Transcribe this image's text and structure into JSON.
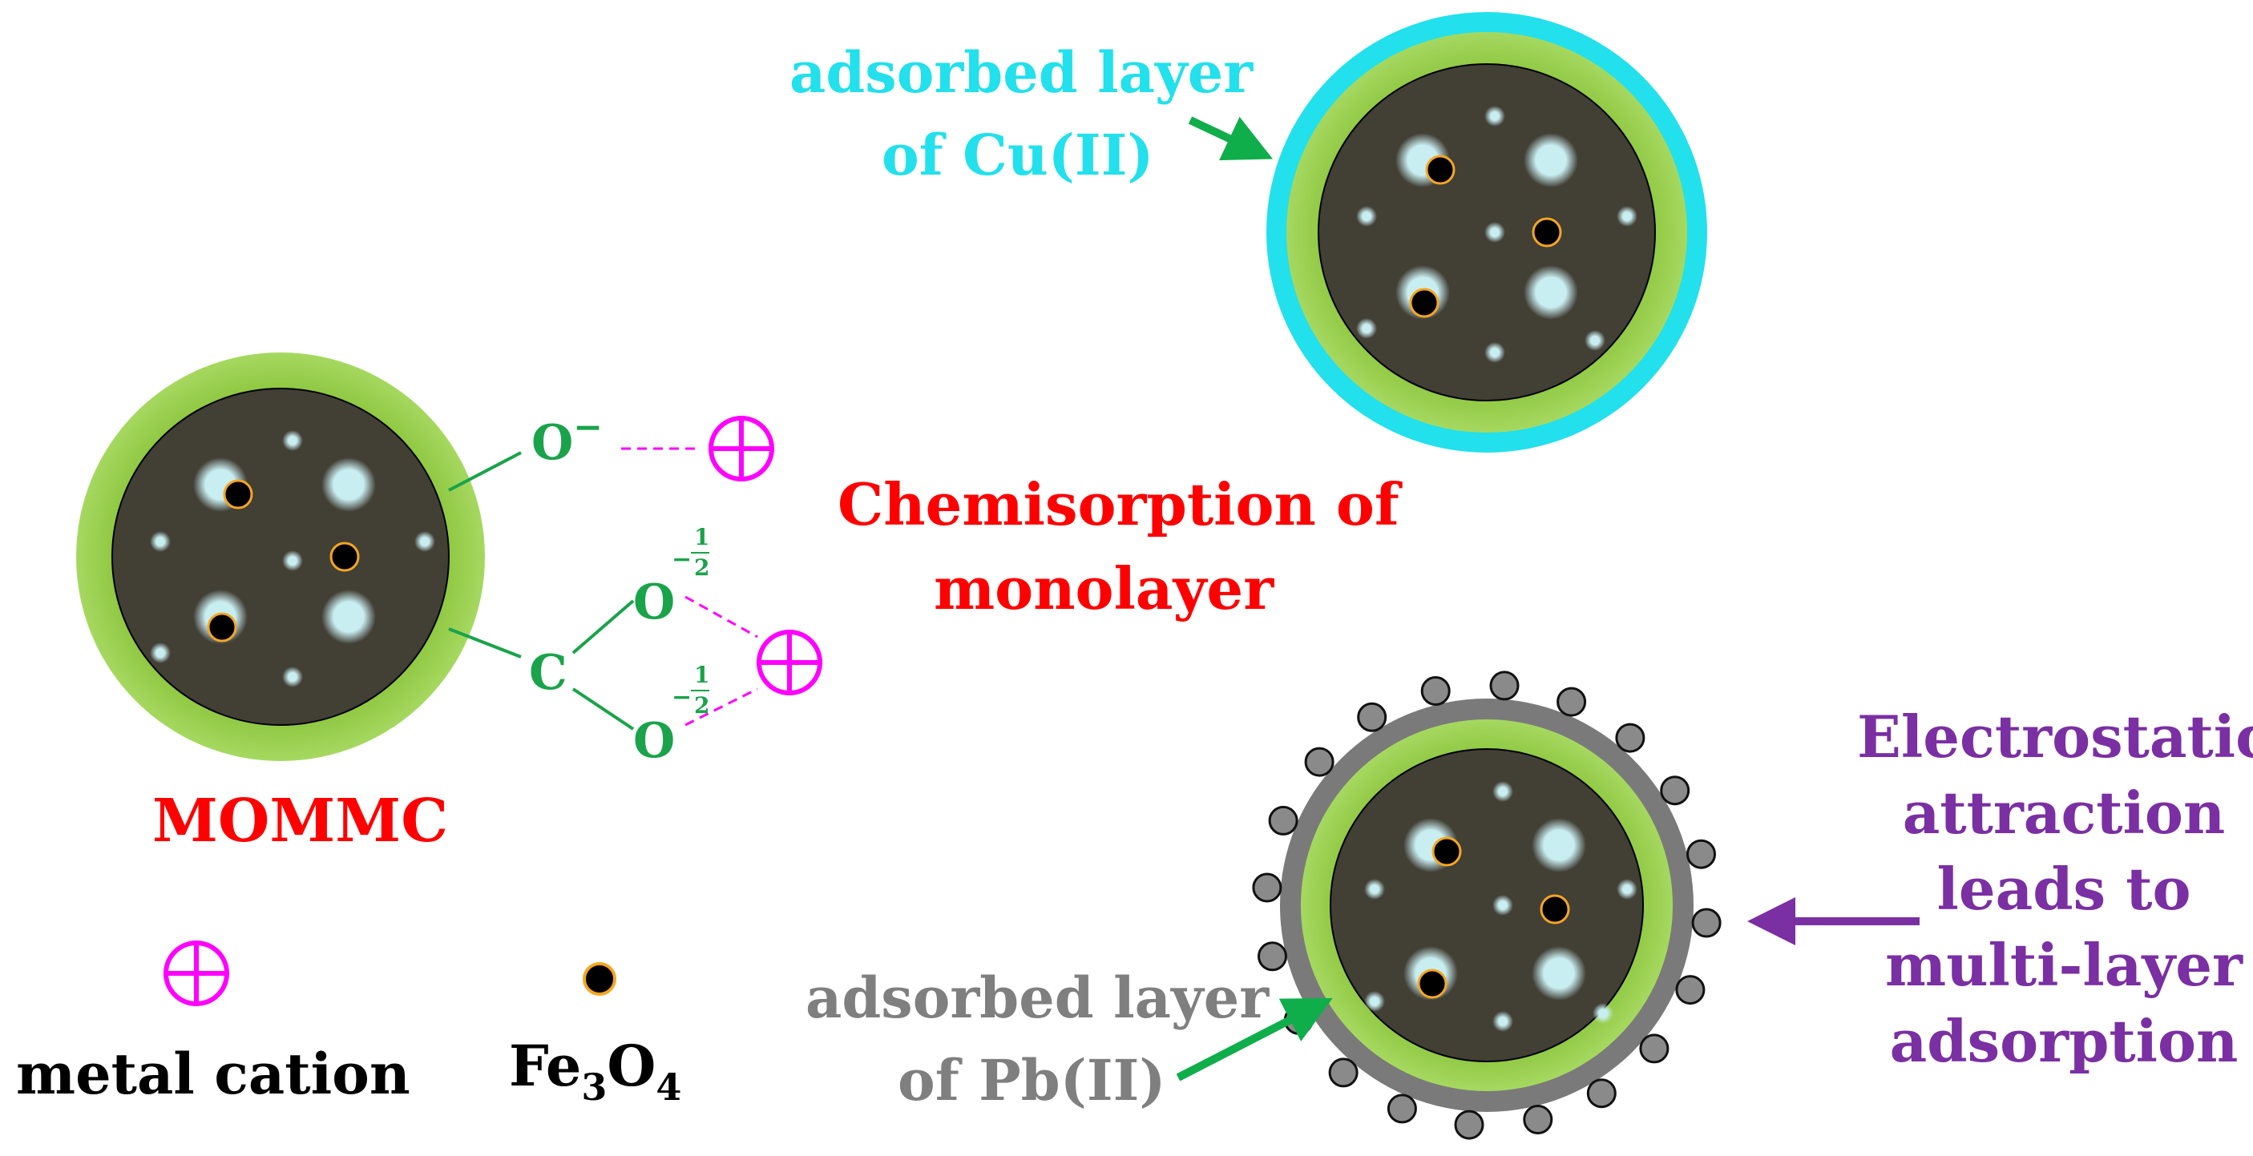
{
  "labels": {
    "cu_layer_line1": "adsorbed layer",
    "cu_layer_line2": "of Cu(II)",
    "chemisorption_line1": "Chemisorption of",
    "chemisorption_line2": "monolayer",
    "mommc": "MOMMC",
    "electrostatic_line1": "Electrostatic",
    "electrostatic_line2": "attraction",
    "electrostatic_line3": "leads to",
    "electrostatic_line4": "multi-layer",
    "electrostatic_line5": "adsorption",
    "pb_layer_line1": "adsorbed layer",
    "pb_layer_line2": "of Pb(II)",
    "legend_metal_cation": "metal cation",
    "legend_fe_main": "Fe",
    "legend_fe_sub1": "3",
    "legend_fe_mid": "O",
    "legend_fe_sub2": "4"
  },
  "chemistry": {
    "o_minus": "O",
    "minus_sign": "−",
    "carbon": "C",
    "o_upper": "O",
    "o_lower": "O",
    "half_minus": "−",
    "half_num": "1",
    "half_den": "2",
    "cation_symbol": "⊕"
  },
  "colors": {
    "green_shell": "#8dc63f",
    "core": "#423f35",
    "pore": "#c9eef1",
    "cyan_layer": "#22e0ec",
    "gray_layer": "#7a7a7a",
    "gray_ion": "#8a8a8a",
    "fe3o4": "#000000",
    "fe3o4_ring": "#f5a623",
    "magenta": "#ff00ff",
    "chem_green": "#1aa34a",
    "arrow_green": "#0fae4a",
    "red": "#ff0000",
    "cyan_text": "#22e0ec",
    "gray_text": "#7f7f7f",
    "purple": "#7a2fa3"
  }
}
